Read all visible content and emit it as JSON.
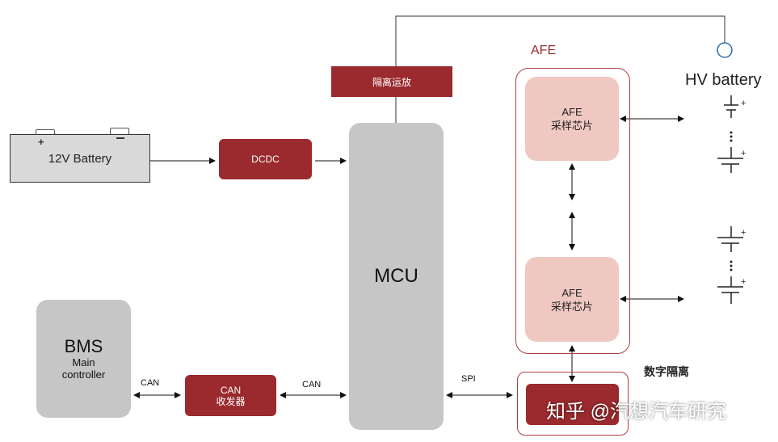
{
  "battery12v": {
    "label": "12V Battery"
  },
  "isolation_amp": {
    "label": "隔离运放"
  },
  "dcdc": {
    "label": "DCDC"
  },
  "mcu": {
    "label": "MCU"
  },
  "bms": {
    "title": "BMS",
    "subtitle1": "Main",
    "subtitle2": "controller"
  },
  "can_transceiver": {
    "line1": "CAN",
    "line2": "收发器"
  },
  "afe_group": {
    "label": "AFE"
  },
  "afe_chip_top": {
    "line1": "AFE",
    "line2": "采样芯片"
  },
  "afe_chip_bottom": {
    "line1": "AFE",
    "line2": "采样芯片"
  },
  "hv_battery": {
    "label": "HV battery"
  },
  "digital_isolation": {
    "label": "数字隔离"
  },
  "links": {
    "can_left": "CAN",
    "can_right": "CAN",
    "spi": "SPI"
  },
  "watermark": {
    "text": "知乎 @汽想汽车研究"
  },
  "colors": {
    "module_red": "#9a2a2e",
    "afe_pink": "#f0c8c2",
    "block_grey": "#c6c6c6",
    "afe_border": "#b04040"
  }
}
